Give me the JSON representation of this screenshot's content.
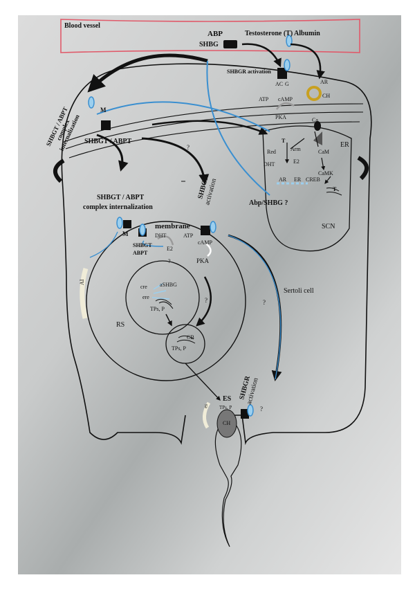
{
  "labels": {
    "blood_vessel": "Blood vessel",
    "abp": "ABP",
    "shbg": "SHBG",
    "testosterone": "Testosterone (T)",
    "albumin": "Albumin",
    "shbgr_activation_top": "SHBGR activation",
    "ac": "AC",
    "g": "G",
    "atp_top": "ATP",
    "camp_top": "cAMP",
    "ar_top": "AR",
    "ch_top": "CH",
    "pka_top": "PKA",
    "ca": "Ca",
    "cam": "CaM",
    "camk": "CaMK",
    "t_scn": "T",
    "arm": "Arm",
    "red": "Red",
    "e2_scn": "E2",
    "dht_scn": "DHT",
    "ar_scn": "AR",
    "er_scn": "ER",
    "creb": "CREB",
    "t_creb": "T",
    "er_outer": "ER",
    "abp_shbg_q": "Abp/SHBG ?",
    "scn": "SCN",
    "m_top": "M",
    "shbgt_abpt_cluster": "SHBGT / ABPT",
    "shbgt_abpt_complex_line1": "SHBGT / ABPT",
    "shbgt_abpt_complex_line2": "complex",
    "shbgt_abpt_complex_line3": "internalization",
    "q_mid": "?",
    "complex_int_line1": "SHBGT / ABPT",
    "complex_int_line2": "complex internalization",
    "shbgr_act_mid_line1": "SHBGR",
    "shbgr_act_mid_line2": "activation",
    "membrane": "membrane",
    "m_rs": "M",
    "shbgt_rs": "SHBGT",
    "abpt_rs": "ABPT",
    "dht_rs": "DHT",
    "e2_rs": "E2",
    "atp_rs": "ATP",
    "camp_rs": "cAMP",
    "pka_rs": "PKA",
    "q_rs1": "?",
    "ashbg": "aSHBG",
    "cre1": "cre",
    "cre2": "ere",
    "tps_p_nucleus": "TPs, P",
    "q_rs2": "?",
    "ai": "AI",
    "rs": "RS",
    "cb": "CB",
    "tps_p_cb": "TPs, P",
    "sertoli": "Sertoli cell",
    "q_sertoli": "?",
    "shbgr_act_low_line1": "SHBGR",
    "shbgr_act_low_line2": "activation",
    "es": "ES",
    "tps_p_es": "TPs, P",
    "ch_es": "CH",
    "es_small": "es",
    "q_es": "?"
  },
  "colors": {
    "vessel_border": "#e05a6a",
    "arrow_blue": "#3a8fd0",
    "arrow_black": "#111111",
    "gold": "#c8a020",
    "gray_arrow": "#9a9a9a",
    "ai_band": "#f0ecd8"
  }
}
